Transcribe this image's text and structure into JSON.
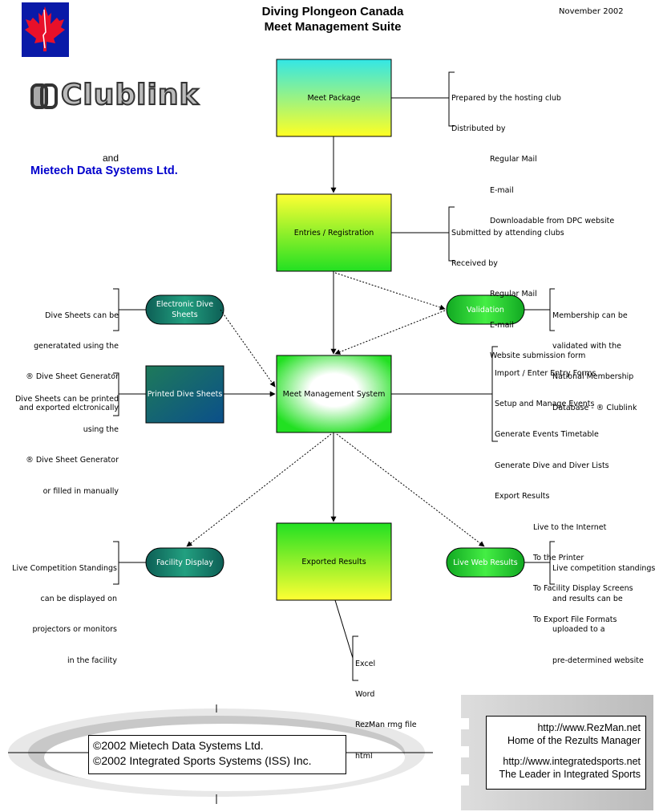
{
  "header": {
    "title_line1": "Diving Plongeon Canada",
    "title_line2": "Meet Management Suite",
    "date": "November 2002"
  },
  "branding": {
    "clublink_logo": "Clublink",
    "and_text": "and",
    "mietech": "Mietech Data Systems Ltd.",
    "mietech_color": "#0000cc"
  },
  "nodes": {
    "meet_package": "Meet Package",
    "entries": "Entries / Registration",
    "meet_management": "Meet Management System",
    "exported_results": "Exported Results",
    "electronic_dive_sheets": "Electronic Dive Sheets",
    "printed_dive_sheets": "Printed Dive Sheets",
    "validation": "Validation",
    "facility_display": "Facility Display",
    "live_web_results": "Live Web Results"
  },
  "notes": {
    "meet_package": {
      "lines": [
        "Prepared by the hosting club",
        "Distributed by"
      ],
      "sub": [
        "Regular Mail",
        "E-mail",
        "Downloadable from DPC website"
      ]
    },
    "entries": {
      "lines": [
        "Submitted by attending clubs",
        "Received by"
      ],
      "sub": [
        "Regular Mail",
        "E-mail",
        "Website submission form"
      ]
    },
    "validation": [
      "Membership can be",
      "validated with the",
      "National Membership",
      "Database - ® Clublink"
    ],
    "electronic": [
      "Dive Sheets can be",
      "generatated using the",
      "® Dive Sheet Generator",
      "and exported elctronically"
    ],
    "printed": [
      "Dive Sheets can be printed",
      "using the",
      "® Dive Sheet Generator",
      "or filled in manually"
    ],
    "meet_management": {
      "lines": [
        "Import / Enter Entry Forms",
        "Setup and Manage Events",
        "Generate Events Timetable",
        "Generate Dive and Diver Lists",
        "Export Results"
      ],
      "sub": [
        "Live to the Internet",
        "To the Printer",
        "To Facility Display Screens",
        "To Export File Formats"
      ]
    },
    "facility": [
      "Live Competition Standings",
      "can be displayed on",
      "projectors or monitors",
      "in the facility"
    ],
    "live_web": [
      "Live competition standings",
      "and results can be",
      "uploaded to a",
      "pre-determined website"
    ],
    "exported": [
      "Excel",
      "Word",
      "RezMan rmg file",
      "html"
    ]
  },
  "footer": {
    "copyright1": "©2002 Mietech Data Systems Ltd.",
    "copyright2": "©2002 Integrated Sports Systems (ISS) Inc.",
    "rezman_url": "http://www.RezMan.net",
    "rezman_desc": "Home of the Rezults Manager",
    "iss_url": "http://www.integratedsports.net",
    "iss_desc": "The Leader in Integrated Sports"
  },
  "colors": {
    "maple_red": "#e8102a",
    "flag_blue": "#0a1aa8",
    "pill_teal": "#0f6e63",
    "pill_green": "#22cc33"
  }
}
